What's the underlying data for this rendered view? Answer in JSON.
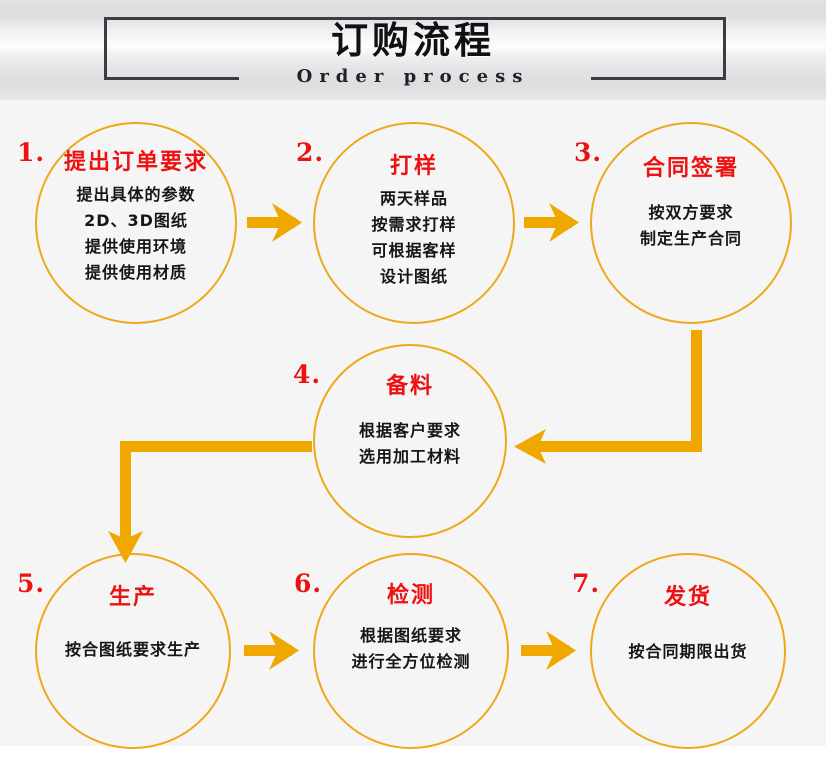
{
  "header": {
    "title_cn": "订购流程",
    "title_en": "Order process"
  },
  "colors": {
    "accent_gold": "#EFA818",
    "arrow_gold": "#F0A800",
    "title_red": "#EE1111",
    "index_red": "#EA1313",
    "body_text": "#16161A",
    "header_rule": "#3C3C44",
    "body_background": "#F5F5F5"
  },
  "flow": {
    "nodes": [
      {
        "index": "1.",
        "title": "提出订单要求",
        "lines": [
          "提出具体的参数",
          "2D、3D图纸",
          "提供使用环境",
          "提供使用材质"
        ]
      },
      {
        "index": "2.",
        "title": "打样",
        "lines": [
          "两天样品",
          "按需求打样",
          "可根据客样",
          "设计图纸"
        ]
      },
      {
        "index": "3.",
        "title": "合同签署",
        "lines": [
          "按双方要求",
          "制定生产合同"
        ]
      },
      {
        "index": "4.",
        "title": "备料",
        "lines": [
          "根据客户要求",
          "选用加工材料"
        ]
      },
      {
        "index": "5.",
        "title": "生产",
        "lines": [
          "按合图纸要求生产"
        ]
      },
      {
        "index": "6.",
        "title": "检测",
        "lines": [
          "根据图纸要求",
          "进行全方位检测"
        ]
      },
      {
        "index": "7.",
        "title": "发货",
        "lines": [
          "按合同期限出货"
        ]
      }
    ],
    "connectors": [
      {
        "name": "arrow-1-to-2",
        "direction": "right"
      },
      {
        "name": "arrow-2-to-3",
        "direction": "right"
      },
      {
        "name": "arrow-3-to-4",
        "direction": "down-then-left"
      },
      {
        "name": "arrow-4-to-5",
        "direction": "left-then-down"
      },
      {
        "name": "arrow-5-to-6",
        "direction": "right"
      },
      {
        "name": "arrow-6-to-7",
        "direction": "right"
      }
    ]
  }
}
